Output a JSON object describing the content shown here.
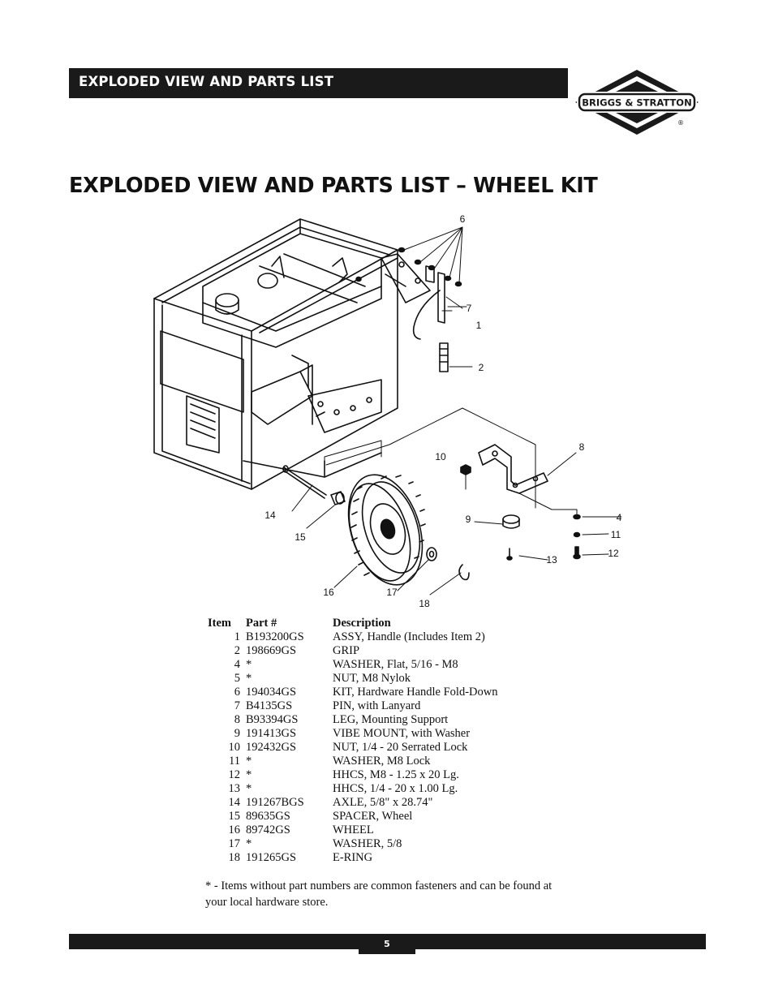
{
  "header": {
    "section_title": "EXPLODED VIEW AND PARTS LIST"
  },
  "logo": {
    "text": "BRIGGS & STRATTON",
    "registered": "®"
  },
  "page_title": "EXPLODED VIEW AND PARTS LIST – WHEEL KIT",
  "diagram": {
    "callouts": [
      "6",
      "7",
      "1",
      "2",
      "8",
      "10",
      "9",
      "4",
      "11",
      "12",
      "13",
      "14",
      "15",
      "16",
      "17",
      "18"
    ]
  },
  "parts_table": {
    "headers": {
      "item": "Item",
      "part": "Part #",
      "description": "Description"
    },
    "rows": [
      {
        "item": "1",
        "part": "B193200GS",
        "description": "ASSY, Handle (Includes Item 2)"
      },
      {
        "item": "2",
        "part": "198669GS",
        "description": "GRIP"
      },
      {
        "item": "4",
        "part": "*",
        "description": "WASHER, Flat, 5/16 - M8"
      },
      {
        "item": "5",
        "part": "*",
        "description": "NUT, M8 Nylok"
      },
      {
        "item": "6",
        "part": "194034GS",
        "description": "KIT, Hardware Handle Fold-Down"
      },
      {
        "item": "7",
        "part": "B4135GS",
        "description": "PIN, with Lanyard"
      },
      {
        "item": "8",
        "part": "B93394GS",
        "description": "LEG, Mounting Support"
      },
      {
        "item": "9",
        "part": "191413GS",
        "description": "VIBE MOUNT, with Washer"
      },
      {
        "item": "10",
        "part": "192432GS",
        "description": "NUT, 1/4 - 20 Serrated Lock"
      },
      {
        "item": "11",
        "part": "*",
        "description": "WASHER, M8 Lock"
      },
      {
        "item": "12",
        "part": "*",
        "description": "HHCS, M8 - 1.25 x 20 Lg."
      },
      {
        "item": "13",
        "part": "*",
        "description": "HHCS, 1/4 - 20 x 1.00 Lg."
      },
      {
        "item": "14",
        "part": "191267BGS",
        "description": "AXLE, 5/8\" x 28.74\""
      },
      {
        "item": "15",
        "part": "89635GS",
        "description": "SPACER, Wheel"
      },
      {
        "item": "16",
        "part": "89742GS",
        "description": "WHEEL"
      },
      {
        "item": "17",
        "part": "*",
        "description": "WASHER, 5/8"
      },
      {
        "item": "18",
        "part": "191265GS",
        "description": "E-RING"
      }
    ]
  },
  "footnote": "* - Items without part numbers are common fasteners and can be found at your local hardware store.",
  "footer": {
    "page_number": "5"
  }
}
